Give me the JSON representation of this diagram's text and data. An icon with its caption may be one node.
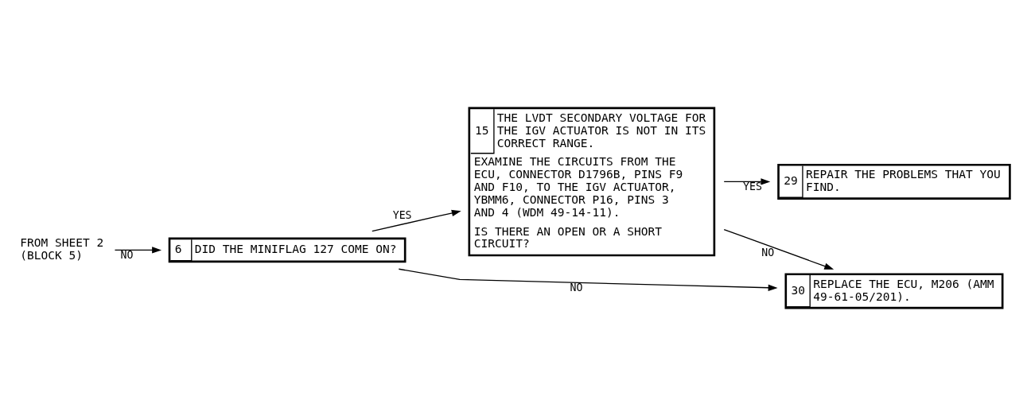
{
  "diagram": {
    "nodes": [
      {
        "text": [
          "FROM SHEET 2 (BLOCK 5)"
        ]
      },
      {
        "text": [
          "6",
          "DID THE MINIFLAG 127 COME ON?"
        ]
      },
      {
        "text": [
          "15",
          "THE LVDT SECONDARY VOLTAGE FOR THE IGV ACTUATOR IS NOT IN ITS CORRECT RANGE.",
          "EXAMINE THE CIRCUITS FROM THE ECU, CONNECTOR D1796B, PINS F9 AND F10, TO THE IGV ACTUATOR, YBMM6, CONNECTOR P16, PINS 3 AND 4 (WDM 49-14-11).",
          "IS THERE AN OPEN OR A SHORT CIRCUIT?"
        ]
      },
      {
        "text": [
          "29",
          "REPAIR THE PROBLEMS THAT YOU FIND."
        ]
      },
      {
        "text": [
          "30",
          "REPLACE THE ECU, M206 (AMM 49-61-05/201)."
        ]
      }
    ],
    "edges": [
      {
        "from": 0,
        "to": 1,
        "arrow": "to",
        "label": "NO"
      },
      {
        "from": 1,
        "to": 2,
        "arrow": "to",
        "label": "YES"
      },
      {
        "from": 2,
        "to": 3,
        "arrow": "to",
        "label": "YES"
      },
      {
        "from": 1,
        "to": 4,
        "arrow": "to",
        "label": "NO"
      },
      {
        "from": 2,
        "to": 4,
        "arrow": "to",
        "label": "NO"
      }
    ]
  }
}
